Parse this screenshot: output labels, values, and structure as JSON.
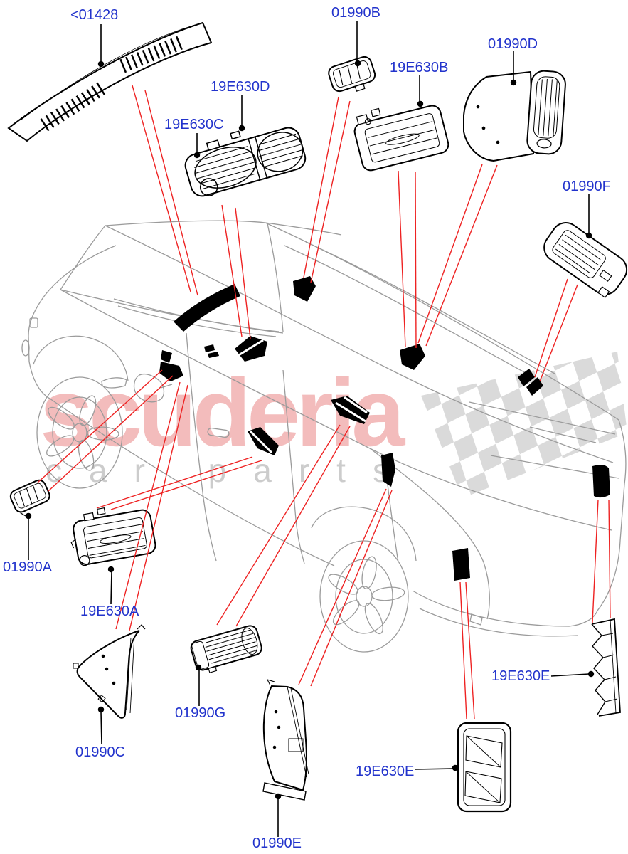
{
  "diagram": {
    "kind": "vehicle-parts-diagram",
    "watermark": {
      "brand": "scuderia",
      "tagline": "car parts"
    },
    "labels": [
      {
        "code": "<01428"
      },
      {
        "code": "01990B"
      },
      {
        "code": "19E630D"
      },
      {
        "code": "19E630C"
      },
      {
        "code": "19E630B"
      },
      {
        "code": "01990D"
      },
      {
        "code": "01990F"
      },
      {
        "code": "01990A"
      },
      {
        "code": "19E630A"
      },
      {
        "code": "01990C"
      },
      {
        "code": "01990G"
      },
      {
        "code": "01990E"
      },
      {
        "code": "19E630E"
      },
      {
        "code": "19E630E"
      }
    ],
    "colors": {
      "label_blue": "#2233cc",
      "callout_red": "#ee2222",
      "car_outline_gray": "#9b9b9b",
      "watermark_pink": "#f3bcbc",
      "watermark_gray": "#cccccc",
      "checker_gray": "#dadada",
      "part_line_black": "#000000"
    }
  }
}
